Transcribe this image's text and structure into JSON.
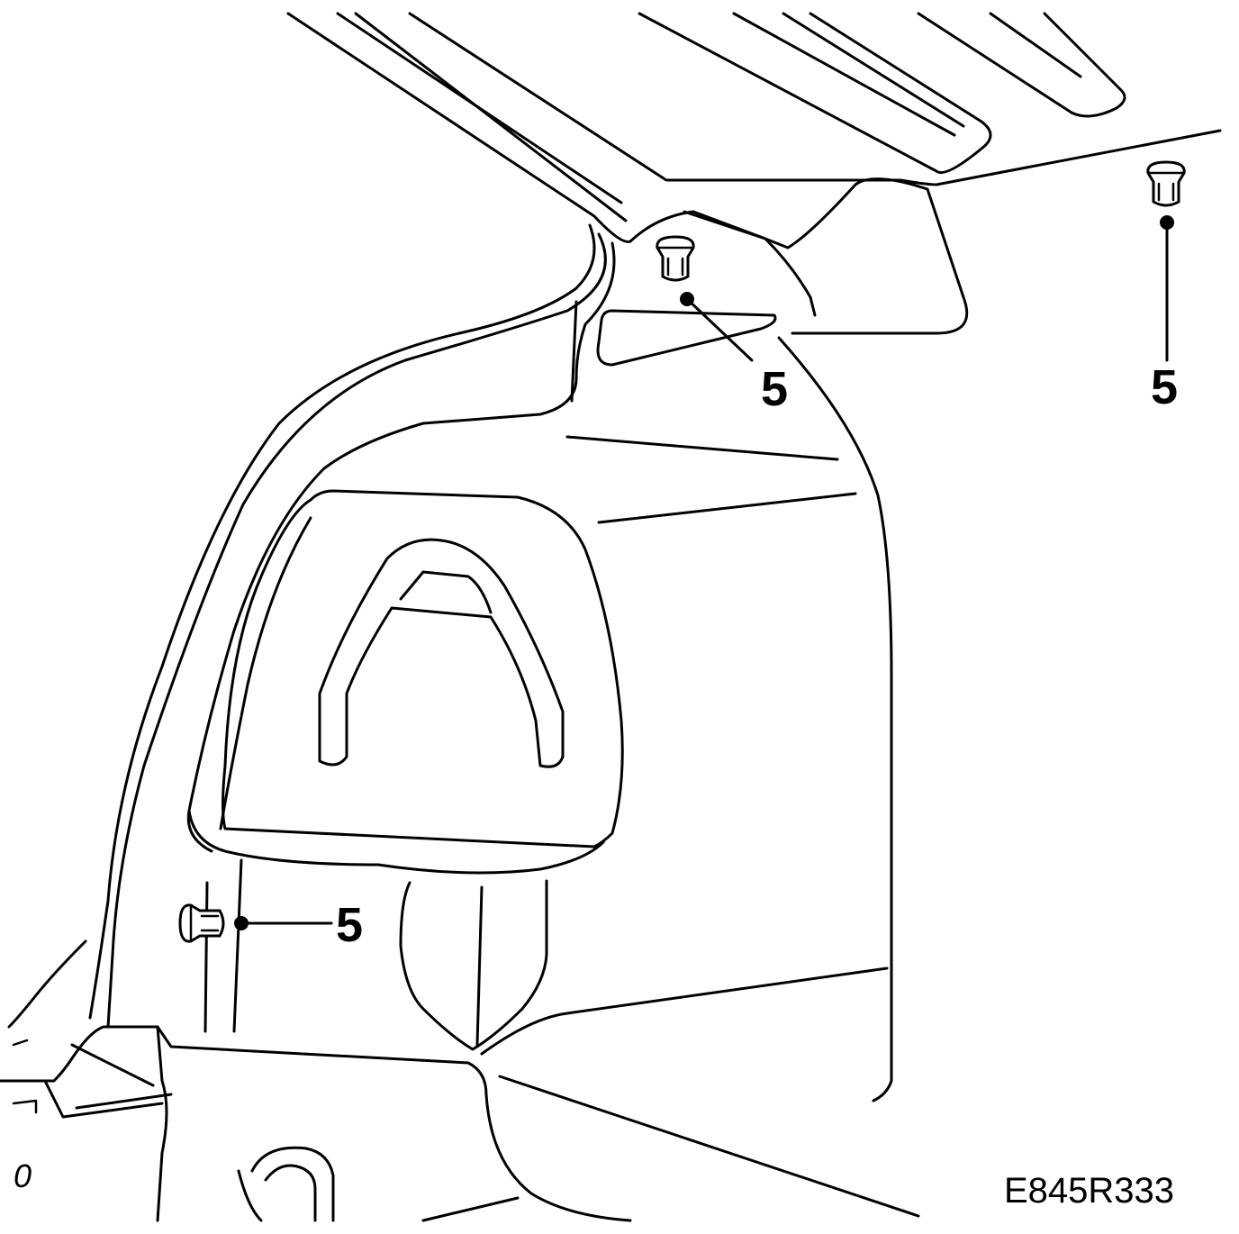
{
  "diagram": {
    "callouts": [
      {
        "id": "clip-top-center",
        "label": "5"
      },
      {
        "id": "clip-top-right",
        "label": "5"
      },
      {
        "id": "clip-lower-left",
        "label": "5"
      }
    ],
    "reference_code": "E845R333",
    "corner_mark": "0"
  },
  "icons": {
    "clip": "push-clip-icon"
  }
}
